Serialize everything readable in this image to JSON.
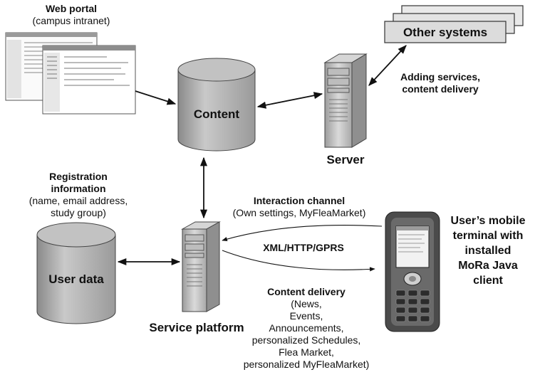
{
  "web_portal": {
    "title": "Web portal",
    "subtitle": "(campus intranet)"
  },
  "other_systems": {
    "label": "Other systems"
  },
  "content_db": {
    "label": "Content"
  },
  "server": {
    "label": "Server",
    "link_label": [
      "Adding services,",
      "content delivery"
    ]
  },
  "registration": {
    "title": [
      "Registration",
      "information"
    ],
    "details": [
      "(name, email address,",
      "study group)"
    ]
  },
  "user_data": {
    "label": "User data"
  },
  "service_platform": {
    "label": "Service platform"
  },
  "interaction_channel": {
    "title": "Interaction channel",
    "detail": "(Own settings, MyFleaMarket)"
  },
  "protocol": {
    "label": "XML/HTTP/GPRS"
  },
  "content_delivery": {
    "title": "Content delivery",
    "items": [
      "(News,",
      "Events,",
      "Announcements,",
      "personalized Schedules,",
      "Flea Market,",
      "personalized MyFleaMarket)"
    ]
  },
  "mobile_terminal": {
    "label": [
      "User’s mobile",
      "terminal with",
      "installed",
      "MoRa Java",
      "client"
    ]
  }
}
